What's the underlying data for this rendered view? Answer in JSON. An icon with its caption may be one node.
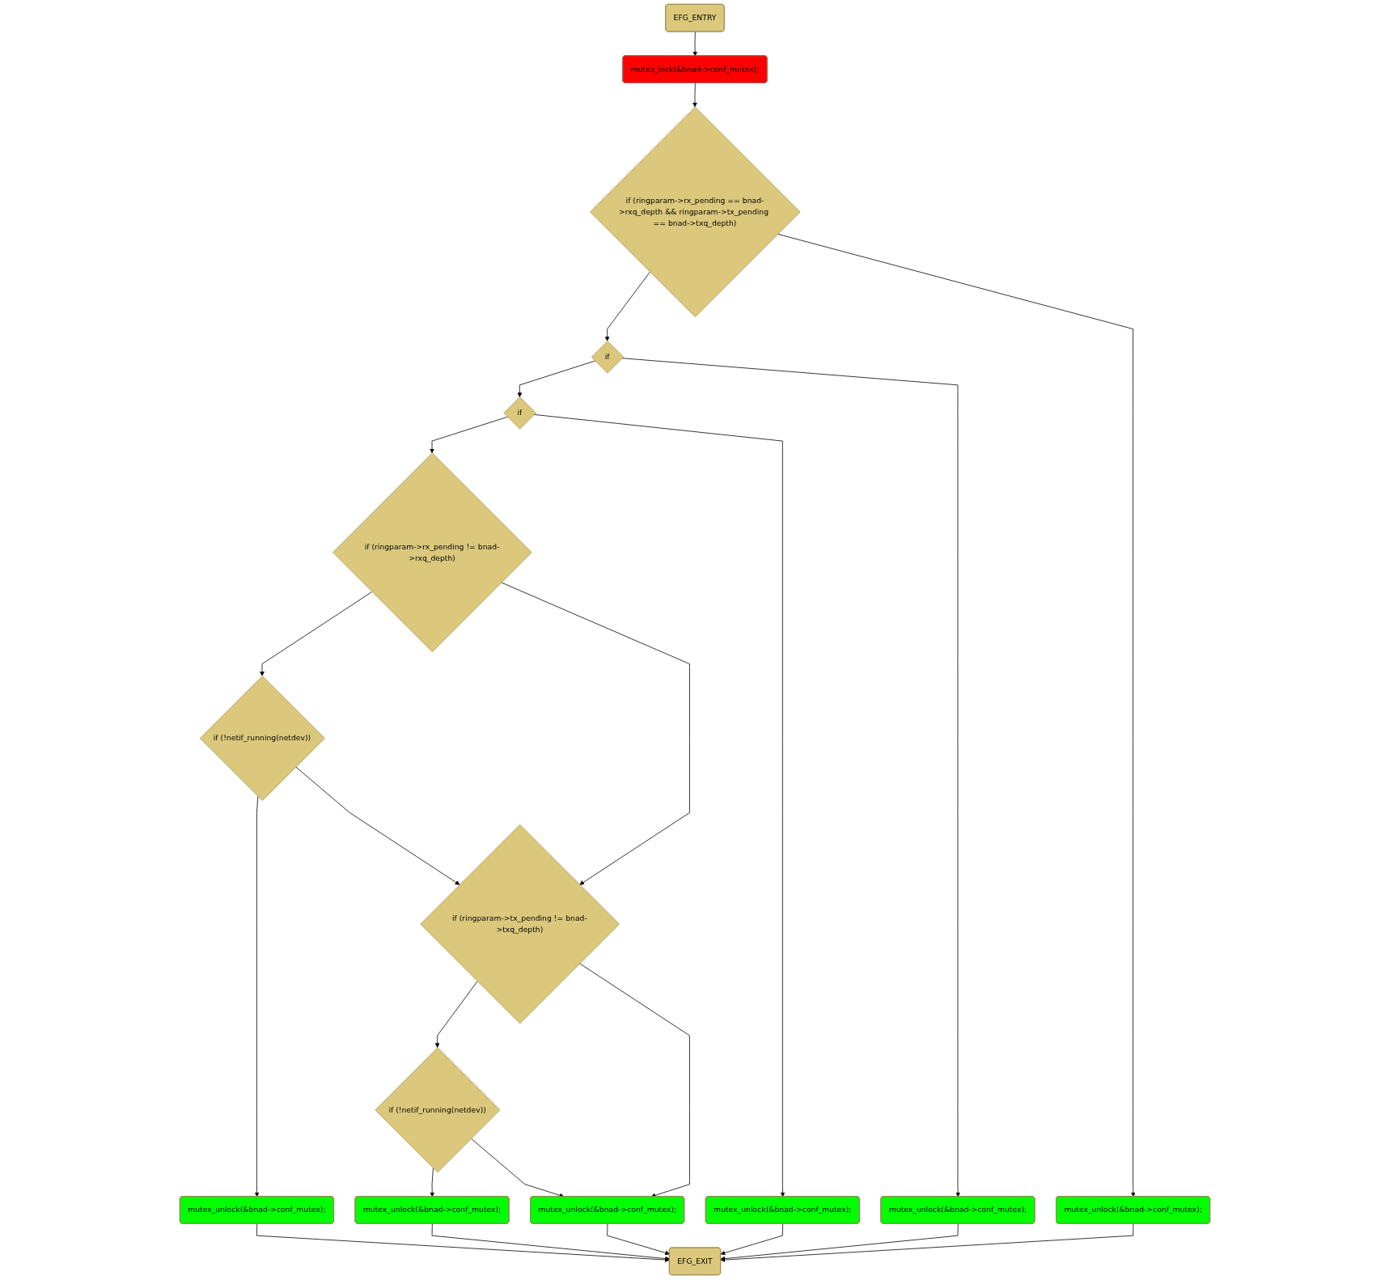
{
  "diagram": {
    "nodes": [
      {
        "text": [
          "EFG_ENTRY"
        ]
      },
      {
        "text": [
          "mutex_lock(&bnad->conf_mutex);"
        ]
      },
      {
        "text": [
          "if (ringparam->rx_pending == bnad->rxq_depth && ringparam->tx_pending == bnad->txq_depth)"
        ]
      },
      {
        "text": [
          "if"
        ]
      },
      {
        "text": [
          "if"
        ]
      },
      {
        "text": [
          "if (ringparam->rx_pending != bnad->rxq_depth)"
        ]
      },
      {
        "text": [
          "if (!netif_running(netdev))"
        ]
      },
      {
        "text": [
          "if (ringparam->tx_pending != bnad->txq_depth)"
        ]
      },
      {
        "text": [
          "if (!netif_running(netdev))"
        ]
      },
      {
        "text": [
          "mutex_unlock(&bnad->conf_mutex);"
        ]
      },
      {
        "text": [
          "mutex_unlock(&bnad->conf_mutex);"
        ]
      },
      {
        "text": [
          "mutex_unlock(&bnad->conf_mutex);"
        ]
      },
      {
        "text": [
          "mutex_unlock(&bnad->conf_mutex);"
        ]
      },
      {
        "text": [
          "mutex_unlock(&bnad->conf_mutex);"
        ]
      },
      {
        "text": [
          "mutex_unlock(&bnad->conf_mutex);"
        ]
      },
      {
        "text": [
          "EFG_EXIT"
        ]
      }
    ],
    "edges": [
      {
        "from": 0,
        "to": 1,
        "arrow": "to"
      },
      {
        "from": 1,
        "to": 2,
        "arrow": "to"
      },
      {
        "from": 2,
        "to": 3,
        "arrow": "to"
      },
      {
        "from": 2,
        "to": 14,
        "arrow": "to"
      },
      {
        "from": 3,
        "to": 4,
        "arrow": "to"
      },
      {
        "from": 3,
        "to": 13,
        "arrow": "to"
      },
      {
        "from": 4,
        "to": 5,
        "arrow": "to"
      },
      {
        "from": 4,
        "to": 12,
        "arrow": "to"
      },
      {
        "from": 5,
        "to": 6,
        "arrow": "to"
      },
      {
        "from": 5,
        "to": 7,
        "arrow": "to"
      },
      {
        "from": 6,
        "to": 9,
        "arrow": "to"
      },
      {
        "from": 6,
        "to": 7,
        "arrow": "to"
      },
      {
        "from": 7,
        "to": 8,
        "arrow": "to"
      },
      {
        "from": 7,
        "to": 11,
        "arrow": "to"
      },
      {
        "from": 8,
        "to": 10,
        "arrow": "to"
      },
      {
        "from": 8,
        "to": 11,
        "arrow": "to"
      },
      {
        "from": 9,
        "to": 15,
        "arrow": "to"
      },
      {
        "from": 10,
        "to": 15,
        "arrow": "to"
      },
      {
        "from": 11,
        "to": 15,
        "arrow": "to"
      },
      {
        "from": 12,
        "to": 15,
        "arrow": "to"
      },
      {
        "from": 13,
        "to": 15,
        "arrow": "to"
      },
      {
        "from": 14,
        "to": 15,
        "arrow": "to"
      }
    ]
  }
}
